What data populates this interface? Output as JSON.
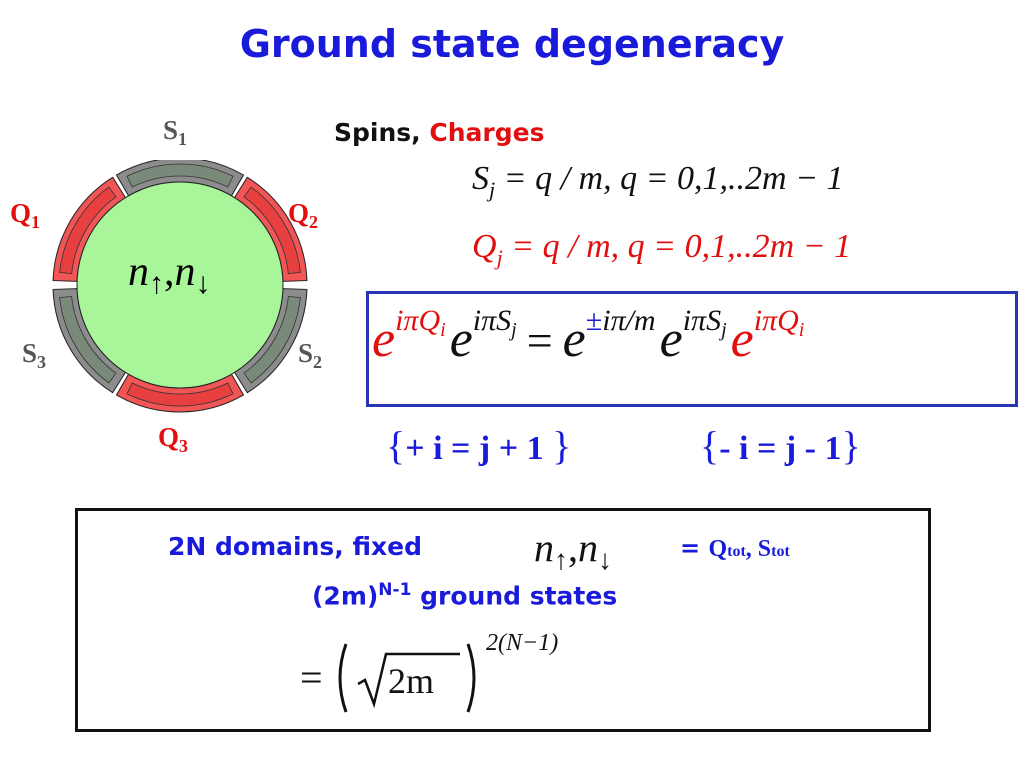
{
  "title": "Ground state degeneracy",
  "ring": {
    "colors": {
      "gray": "#8c8c8c",
      "red": "#f25555",
      "inner": "#a8f59a"
    },
    "labels": {
      "s1": "S",
      "s1_sub": "1",
      "s2": "S",
      "s2_sub": "2",
      "s3": "S",
      "s3_sub": "3",
      "q1": "Q",
      "q1_sub": "1",
      "q2": "Q",
      "q2_sub": "2",
      "q3": "Q",
      "q3_sub": "3"
    },
    "center": {
      "n": "n",
      "up": "↑",
      "comma": ",",
      "n2": "n",
      "down": "↓"
    }
  },
  "header": {
    "spins": "Spins,",
    "charges": "Charges"
  },
  "eq_s": {
    "lhs": "S",
    "sub": "j",
    "rhs": " = q / m, q = 0,1,..2m − 1"
  },
  "eq_q": {
    "lhs": "Q",
    "sub": "j",
    "rhs": " = q / m, q = 0,1,..2m − 1"
  },
  "box1": {
    "e": "e",
    "exp_q": "iπQ",
    "exp_q_sub": "i",
    "exp_s": "iπS",
    "exp_s_sub": "j",
    "equals": "=",
    "pm": "±",
    "exp_mid": "iπ/m"
  },
  "rules": {
    "open1": "{",
    "text1": "+   i = j + 1 ",
    "close1": "}",
    "open2": "{",
    "text2": "-   i = j - 1",
    "close2": "}"
  },
  "box2": {
    "line1_text": "2N domains, fixed",
    "n": "n",
    "up": "↑",
    "comma": ",",
    "n2": "n",
    "down": "↓",
    "eq_label": "= ",
    "qtot": "Q",
    "qtot_sub": "tot",
    "sep": ", ",
    "stot": "S",
    "stot_sub": "tot",
    "line2_pre": "(2m)",
    "line2_sup": "N-1",
    "line2_post": " ground states",
    "formula_eq": "=",
    "formula_sqrt": "√",
    "formula_inner": "2m",
    "formula_exp": "2(N−1)"
  }
}
